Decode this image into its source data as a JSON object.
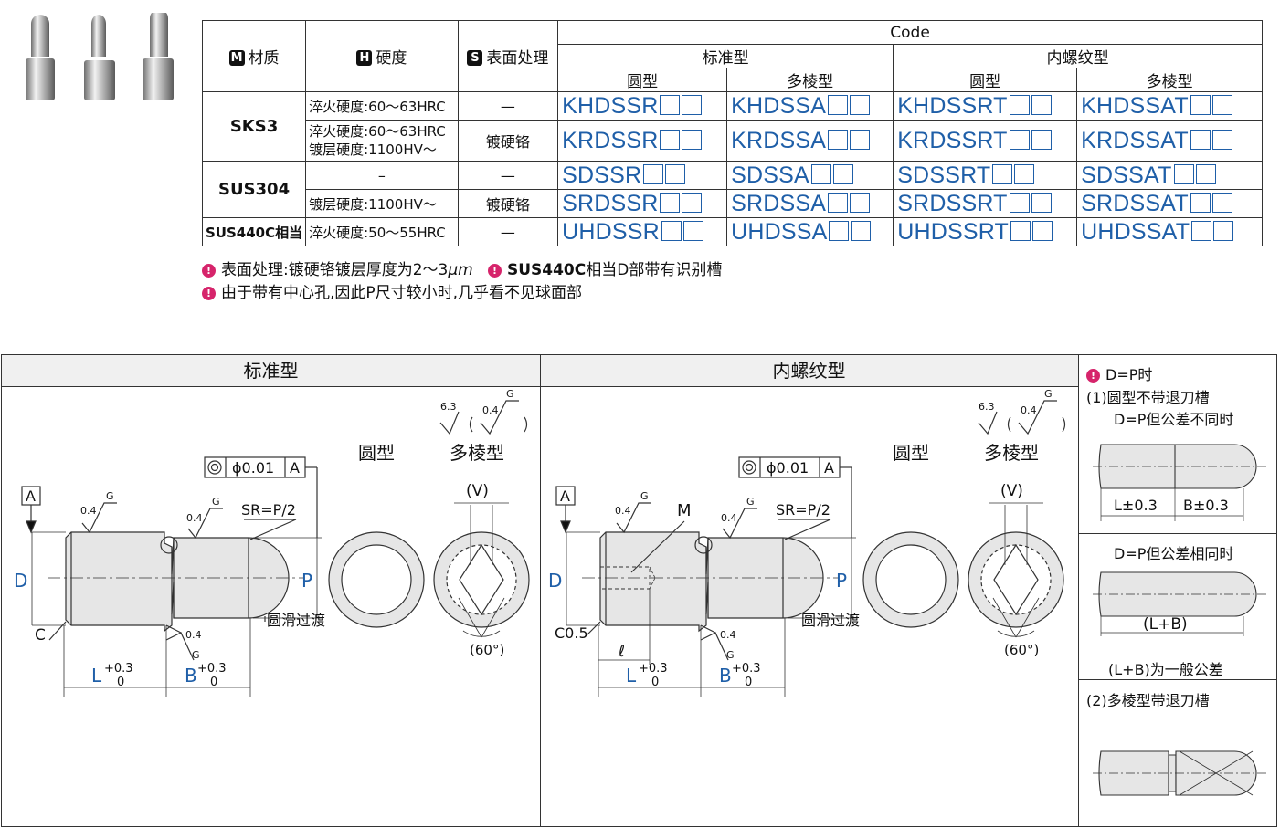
{
  "table": {
    "col_material": "材质",
    "col_hardness": "硬度",
    "col_surface": "表面处理",
    "badge_m": "M",
    "badge_h": "H",
    "badge_s": "S",
    "code": "Code",
    "standard": "标准型",
    "internal": "内螺纹型",
    "round": "圆型",
    "poly": "多棱型",
    "rows": [
      {
        "material": "SKS3",
        "hardness": "淬火硬度:60～63HRC",
        "surface": "—",
        "codes": [
          "KHDSSR",
          "KHDSSA",
          "KHDSSRT",
          "KHDSSAT"
        ]
      },
      {
        "hardness": "淬火硬度:60～63HRC",
        "hardness2": "镀层硬度:1100HV～",
        "surface": "镀硬铬",
        "codes": [
          "KRDSSR",
          "KRDSSA",
          "KRDSSRT",
          "KRDSSAT"
        ]
      },
      {
        "material": "SUS304",
        "hardness": "–",
        "surface": "—",
        "codes": [
          "SDSSR",
          "SDSSA",
          "SDSSRT",
          "SDSSAT"
        ]
      },
      {
        "hardness": "镀层硬度:1100HV～",
        "surface": "镀硬铬",
        "codes": [
          "SRDSSR",
          "SRDSSA",
          "SRDSSRT",
          "SRDSSAT"
        ]
      },
      {
        "material": "SUS440C相当",
        "hardness": "淬火硬度:50～55HRC",
        "surface": "—",
        "codes": [
          "UHDSSR",
          "UHDSSA",
          "UHDSSRT",
          "UHDSSAT"
        ]
      }
    ]
  },
  "notes": [
    "表面处理:镀硬铬镀层厚度为2～3",
    "μm",
    "SUS440C",
    "相当D部带有识别槽",
    "由于带有中心孔,因此P尺寸较小时,几乎看不见球面部"
  ],
  "drawing": {
    "standard_title": "标准型",
    "internal_title": "内螺纹型",
    "round": "圆型",
    "poly": "多棱型",
    "v_label": "(V)",
    "angle_label": "(60°)",
    "tol_box": "ϕ0.01",
    "datum": "A",
    "sr": "SR=P/2",
    "smooth": "圆滑过渡",
    "d": "D",
    "p": "P",
    "c": "C",
    "c05": "C0.5",
    "m": "M",
    "l_script": "ℓ",
    "l_dim": "L",
    "b_dim": "B",
    "tol_plus": "+0.3",
    "tol_zero": "0",
    "rough_04": "0.4",
    "rough_63": "6.3",
    "rough_g": "G"
  },
  "side": {
    "title": "D=P时",
    "item1": "(1)圆型不带退刀槽",
    "case1": "D=P但公差不同时",
    "l_tol": "L±0.3",
    "b_tol": "B±0.3",
    "case2": "D=P但公差相同时",
    "lb": "(L+B)",
    "lb_note": "(L+B)为一般公差",
    "item2": "(2)多棱型带退刀槽"
  },
  "colors": {
    "code_blue": "#1f5fa8",
    "dim_blue": "#1f5fa8",
    "note_mark": "#d6246b"
  }
}
